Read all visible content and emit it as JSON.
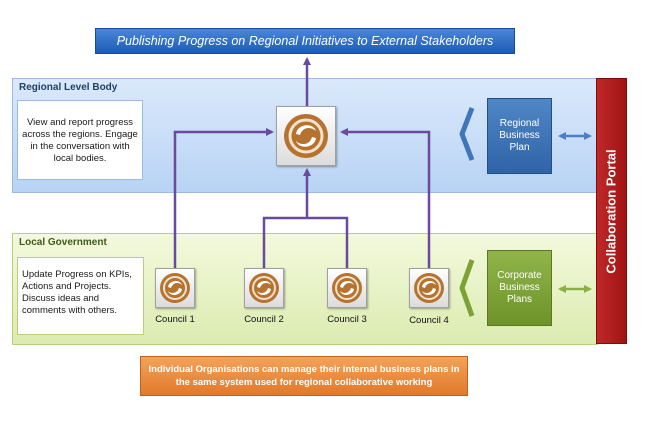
{
  "top_banner": "Publishing Progress on Regional Initiatives to External Stakeholders",
  "regional": {
    "title": "Regional Level Body",
    "note": "View and report  progress across the regions. Engage in the conversation with local bodies.",
    "plan": "Regional Business Plan"
  },
  "local": {
    "title": "Local Government",
    "note": "Update Progress on KPIs, Actions and Projects. Discuss ideas and comments with others.",
    "plan": "Corporate Business Plans"
  },
  "councils": [
    "Council 1",
    "Council 2",
    "Council 3",
    "Council 4"
  ],
  "portal": "Collaboration Portal",
  "bottom_banner": "Individual Organisations can manage their internal business plans in the same system used  for regional collaborative working",
  "colors": {
    "connector": "#6a4a9c",
    "portal_arrow": "#4e7fc4",
    "corp_arrow": "#8ab043",
    "logo": "#b5732f"
  }
}
